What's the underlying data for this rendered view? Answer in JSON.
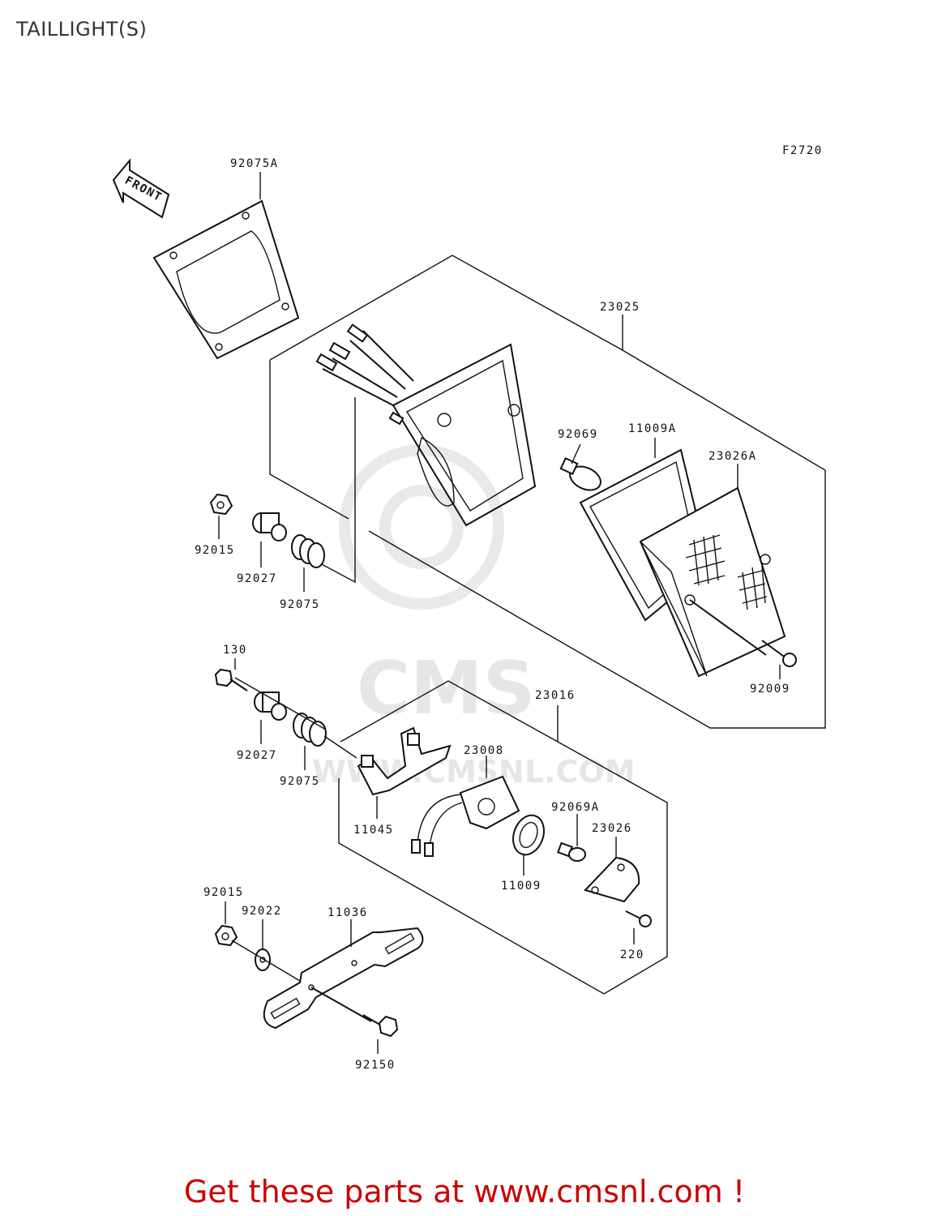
{
  "title": "TAILLIGHT(S)",
  "figure_code": "F2720",
  "front_label": "FRONT",
  "watermark": "WWW.CMSNL.COM",
  "footer": "Get these parts at www.cmsnl.com !",
  "parts": {
    "p92075A": "92075A",
    "p23025": "23025",
    "p92069": "92069",
    "p11009A": "11009A",
    "p23026A": "23026A",
    "p92015a": "92015",
    "p92027a": "92027",
    "p92075a": "92075",
    "p130": "130",
    "p92009": "92009",
    "p23016": "23016",
    "p92027b": "92027",
    "p92075b": "92075",
    "p23008": "23008",
    "p11045": "11045",
    "p92069A": "92069A",
    "p23026": "23026",
    "p11009": "11009",
    "p92015b": "92015",
    "p92022": "92022",
    "p11036": "11036",
    "p220": "220",
    "p92150": "92150"
  }
}
